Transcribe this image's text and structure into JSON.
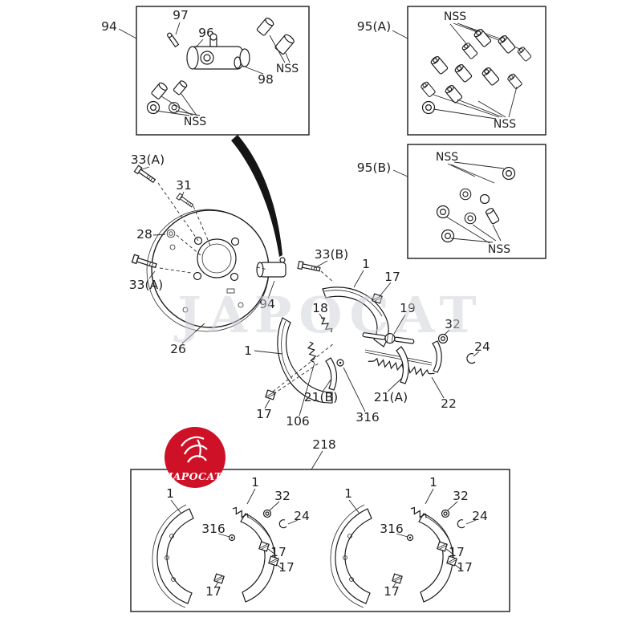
{
  "watermark": {
    "text": "JAPOCAT",
    "color": "#ccd0d6"
  },
  "logo": {
    "text": "JAPOCAT",
    "bg_color": "#ce1126",
    "text_color": "#ffffff"
  },
  "boxes": {
    "wheel_cylinder_box": {
      "ref": "94",
      "labels": {
        "p97": "97",
        "p96": "96",
        "nss_top": "NSS",
        "p98": "98",
        "nss_bottom": "NSS"
      }
    },
    "kit_a_box": {
      "ref": "95(A)",
      "labels": {
        "nss_top": "NSS",
        "nss_bottom": "NSS"
      }
    },
    "kit_b_box": {
      "ref": "95(B)",
      "labels": {
        "nss_top": "NSS",
        "nss_bottom": "NSS"
      }
    },
    "shoe_kit_box": {
      "ref": "218",
      "labels": {
        "shoe1": "1",
        "shoe2": "1",
        "washer32": "32",
        "clip24": "24",
        "pin316": "316",
        "clip17a": "17",
        "clip17b": "17",
        "clip17c": "17"
      }
    }
  },
  "main_diagram": {
    "labels": {
      "b33a_top": "33(A)",
      "b31": "31",
      "c28": "28",
      "b33a_bot": "33(A)",
      "p26": "26",
      "c94": "94",
      "b33b": "33(B)",
      "s1_r": "1",
      "c17_r": "17",
      "sp18": "18",
      "adj19": "19",
      "w32": "32",
      "c24": "24",
      "sp22": "22",
      "lv21a": "21(A)",
      "lv21b": "21(B)",
      "sp106": "106",
      "p316": "316",
      "c17_l": "17",
      "s1_l": "1"
    }
  }
}
